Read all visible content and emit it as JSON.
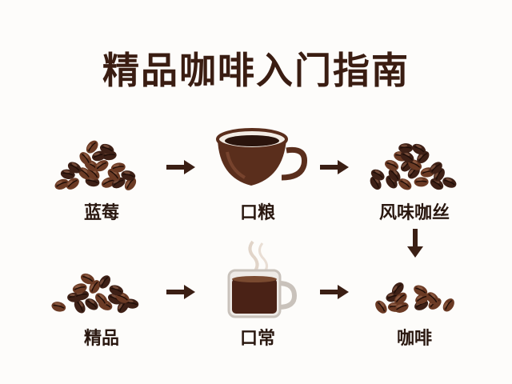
{
  "title": "精品咖啡入门指南",
  "nodes": [
    {
      "id": "beans1",
      "label": "蓝莓",
      "icon": "coffee-beans-icon"
    },
    {
      "id": "cup1",
      "label": "口粮",
      "icon": "coffee-cup-icon"
    },
    {
      "id": "beans2",
      "label": "风味咖丝",
      "icon": "coffee-beans-icon"
    },
    {
      "id": "beans3",
      "label": "精品",
      "icon": "coffee-beans-icon"
    },
    {
      "id": "cup2",
      "label": "口常",
      "icon": "glass-coffee-mug-icon"
    },
    {
      "id": "beans4",
      "label": "咖啡",
      "icon": "coffee-beans-icon"
    }
  ],
  "colors": {
    "title": "#3a1d12",
    "label": "#2a1810",
    "arrow": "#3b1f14",
    "bean_dark": "#3e2016",
    "bean_mid": "#6b3a24",
    "cup": "#5a2e1c"
  }
}
